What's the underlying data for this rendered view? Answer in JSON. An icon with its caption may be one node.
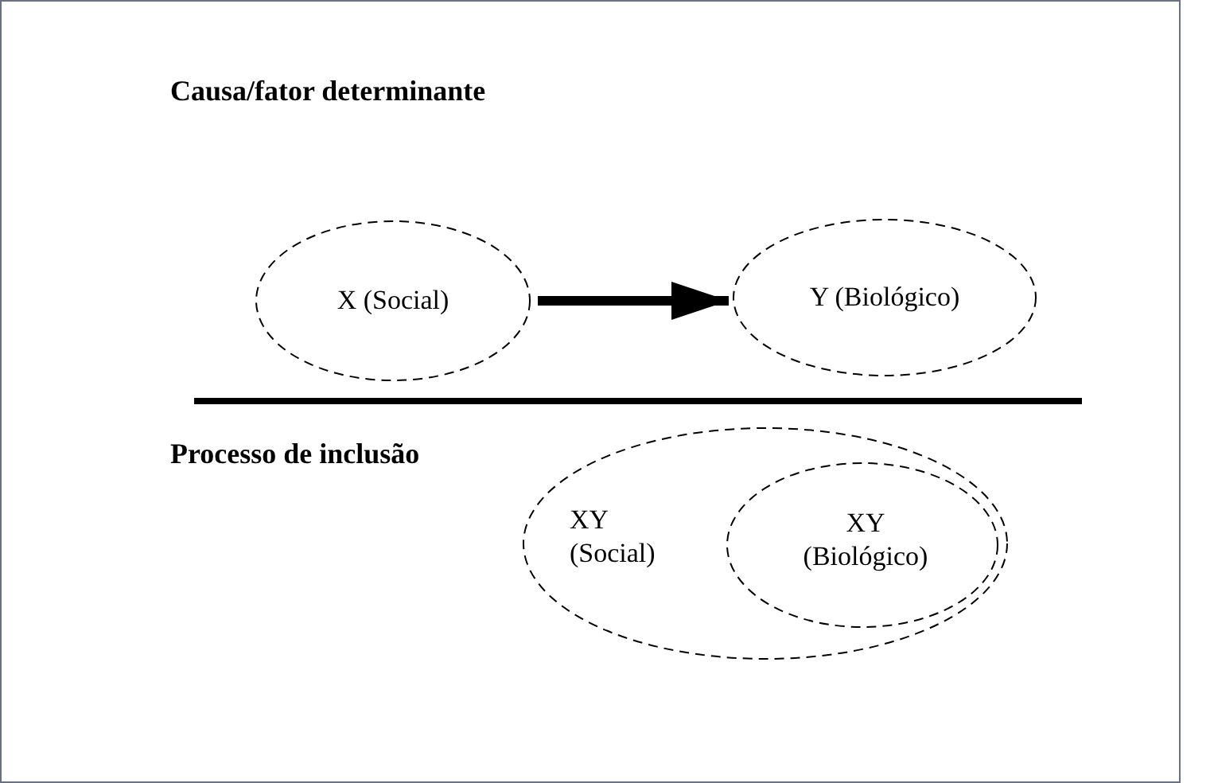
{
  "diagram": {
    "nodes": [
      {
        "text": [
          "X (Social)"
        ]
      },
      {
        "text": [
          "Y (Biológico)"
        ]
      },
      {
        "text": [
          "XY (Social)"
        ]
      },
      {
        "text": [
          "XY (Biológico)"
        ],
        "in": 2
      }
    ],
    "edges": [
      {
        "from": 0,
        "to": 1,
        "arrow": "to"
      }
    ],
    "labels": [
      "Causa/fator determinante",
      "Processo de inclusão"
    ]
  }
}
